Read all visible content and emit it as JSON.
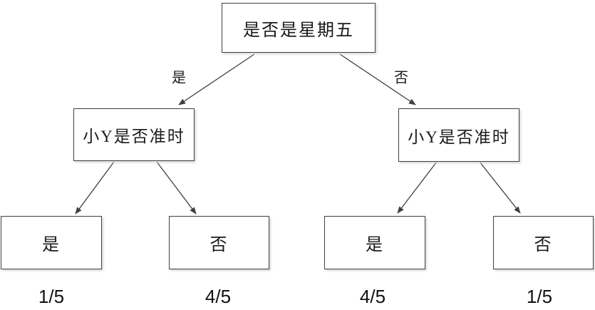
{
  "diagram": {
    "root": {
      "label": "是否是星期五"
    },
    "branches": {
      "yes_label": "是",
      "no_label": "否"
    },
    "mid_left": {
      "label": "小Y是否准时"
    },
    "mid_right": {
      "label": "小Y是否准时"
    },
    "leaves": {
      "leaf_1": {
        "label": "是",
        "probability": "1/5"
      },
      "leaf_2": {
        "label": "否",
        "probability": "4/5"
      },
      "leaf_3": {
        "label": "是",
        "probability": "4/5"
      },
      "leaf_4": {
        "label": "否",
        "probability": "1/5"
      }
    },
    "colors": {
      "line": "#404040",
      "box_border": "#404040",
      "text": "#1a1a1a"
    }
  }
}
